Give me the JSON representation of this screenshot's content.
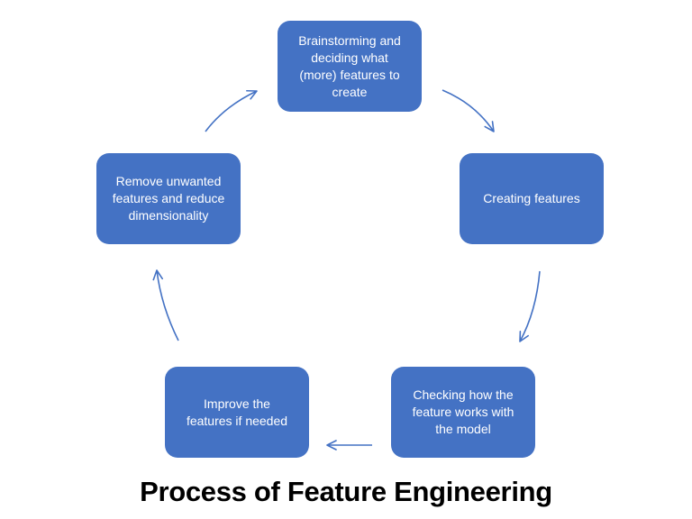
{
  "title": "Process of Feature Engineering",
  "colors": {
    "node_fill": "#4472C4",
    "arrow": "#4472C4",
    "node_text": "#ffffff",
    "title_text": "#000000"
  },
  "diagram": {
    "type": "cycle",
    "nodes": [
      {
        "id": "brainstorm",
        "label": "Brainstorming and\ndeciding what\n(more) features to\ncreate"
      },
      {
        "id": "create",
        "label": "Creating features"
      },
      {
        "id": "check",
        "label": "Checking how the\nfeature works with\nthe model"
      },
      {
        "id": "improve",
        "label": "Improve the\nfeatures if needed"
      },
      {
        "id": "remove",
        "label": "Remove unwanted\nfeatures and reduce\ndimensionality"
      }
    ],
    "edges": [
      {
        "from": "brainstorm",
        "to": "create"
      },
      {
        "from": "create",
        "to": "check"
      },
      {
        "from": "check",
        "to": "improve"
      },
      {
        "from": "improve",
        "to": "remove"
      },
      {
        "from": "remove",
        "to": "brainstorm"
      }
    ]
  }
}
